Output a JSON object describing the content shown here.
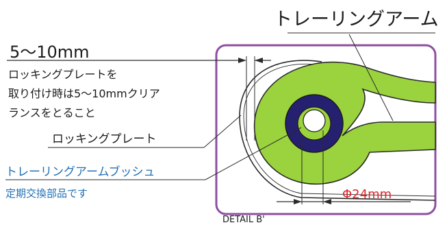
{
  "title": "トレーリングアーム",
  "clearance": {
    "value": "5〜10mm",
    "note_lines": [
      "ロッキングプレートを",
      "取り付け時は5〜10mmクリア",
      "ランスをとること"
    ]
  },
  "locking_plate_label": "ロッキングプレート",
  "bushing": {
    "label": "トレーリングアームブッシュ",
    "note": "定期交換部品です",
    "color": "#1f6fb5"
  },
  "diameter": {
    "value": "Φ24mm",
    "color": "#e0242a"
  },
  "detail_caption": "DETAIL B'",
  "colors": {
    "frame": "#8e4fa1",
    "arm_fill": "#9bd33e",
    "bushing_fill": "#262070",
    "outline": "#2a2a2a"
  }
}
